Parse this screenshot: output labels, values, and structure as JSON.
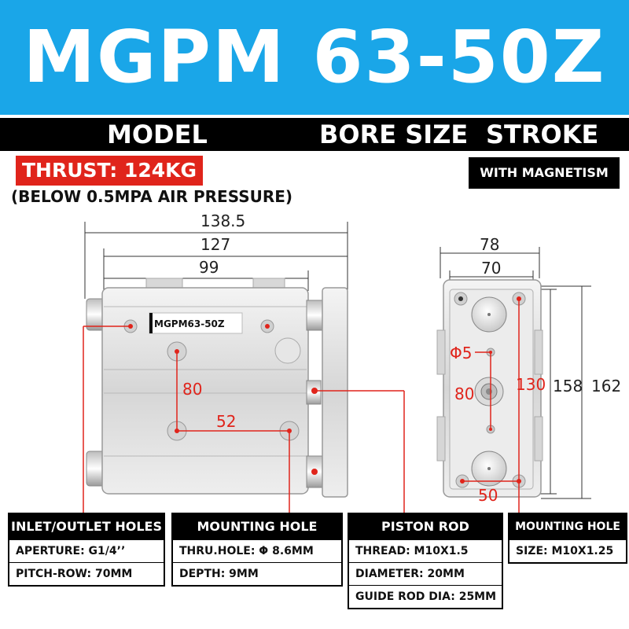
{
  "title": "MGPM 63-50Z",
  "bar": {
    "model": "MODEL",
    "bore": "BORE SIZE",
    "stroke": "STROKE"
  },
  "thrust": "THRUST: 124KG",
  "thrust_note": "(BELOW 0.5MPA AIR PRESSURE)",
  "magnetism": "WITH MAGNETISM",
  "side_view": {
    "dims": {
      "overall": "138.5",
      "body": "127",
      "holes": "99",
      "v_spacing": "80",
      "h_spacing": "52"
    },
    "label": "MGPM63-50Z"
  },
  "front_view": {
    "dims": {
      "width": "78",
      "inner": "70",
      "d_hole": "Φ5",
      "v80": "80",
      "v130": "130",
      "h158": "158",
      "h162": "162",
      "bottom": "50"
    }
  },
  "specs": [
    {
      "head": "INLET/OUTLET HOLES",
      "rows": [
        "APERTURE: G1/4’’",
        "PITCH-ROW: 70MM"
      ]
    },
    {
      "head": "MOUNTING HOLE",
      "rows": [
        "THRU.HOLE: Φ 8.6MM",
        "DEPTH: 9MM"
      ]
    },
    {
      "head": "PISTON ROD",
      "rows": [
        "THREAD: M10X1.5",
        "DIAMETER: 20MM",
        "GUIDE ROD DIA: 25MM"
      ]
    },
    {
      "head": "MOUNTING HOLE",
      "rows": [
        "SIZE: M10X1.25"
      ]
    }
  ],
  "colors": {
    "banner": "#1aa6e8",
    "accent": "#e0241b",
    "dark": "#000000"
  }
}
